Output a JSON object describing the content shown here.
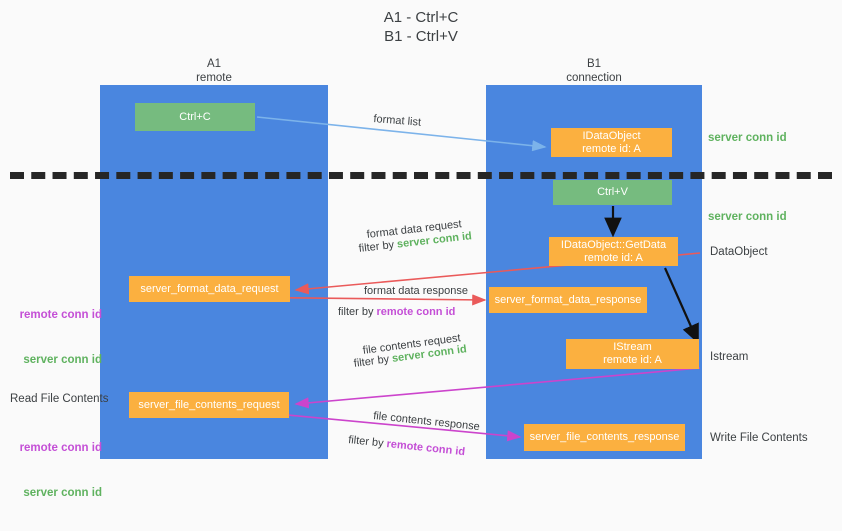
{
  "title": "A1 - Ctrl+C\nB1 - Ctrl+V",
  "columns": {
    "left": {
      "name": "A1",
      "sub": "remote",
      "label": "A1\nremote"
    },
    "right": {
      "name": "B1",
      "sub": "connection",
      "label": "B1\nconnection"
    }
  },
  "colors": {
    "column_blue": "#4a86df",
    "box_green": "#76bb7f",
    "box_orange": "#fbb040",
    "server_conn_green": "#5fb25f",
    "remote_conn_purple": "#c44fd6",
    "arrow_light_blue": "#7cb3ea",
    "arrow_red": "#ea5a5a",
    "arrow_magenta": "#cc44cc",
    "arrow_black": "#000000",
    "background": "#fafafa",
    "text": "#3c4043"
  },
  "boxes": {
    "ctrl_c": "Ctrl+C",
    "ctrl_v": "Ctrl+V",
    "idataobject": "IDataObject\nremote id: A",
    "idataobject_getdata": "IDataObject::GetData\nremote id: A",
    "istream": "IStream\nremote id: A",
    "server_format_data_request": "server_format_data_request",
    "server_format_data_response": "server_format_data_response",
    "server_file_contents_request": "server_file_contents_request",
    "server_file_contents_response": "server_file_contents_response"
  },
  "arrow_labels": {
    "format_list": "format list",
    "format_data_request": "format data request",
    "format_data_request_filter_prefix": "filter by ",
    "format_data_request_filter_value": "server conn id",
    "format_data_response": "format data response",
    "format_data_response_filter_prefix": "filter by ",
    "format_data_response_filter_value": "remote conn id",
    "file_contents_request": "file contents request",
    "file_contents_request_filter_prefix": "filter by ",
    "file_contents_request_filter_value": "server conn id",
    "file_contents_response": "file contents response",
    "file_contents_response_filter_prefix": "filter by ",
    "file_contents_response_filter_value": "remote conn id"
  },
  "side_labels": {
    "server_conn_id_top": "server conn id",
    "server_conn_id_mid": "server conn id",
    "dataobject": "DataObject",
    "istream": "Istream",
    "write_file_contents": "Write File Contents",
    "read_file_contents": "Read File Contents",
    "remote_conn_id_1": "remote conn id",
    "server_conn_id_1": "server conn id",
    "remote_conn_id_2": "remote conn id",
    "server_conn_id_2": "server conn id"
  }
}
